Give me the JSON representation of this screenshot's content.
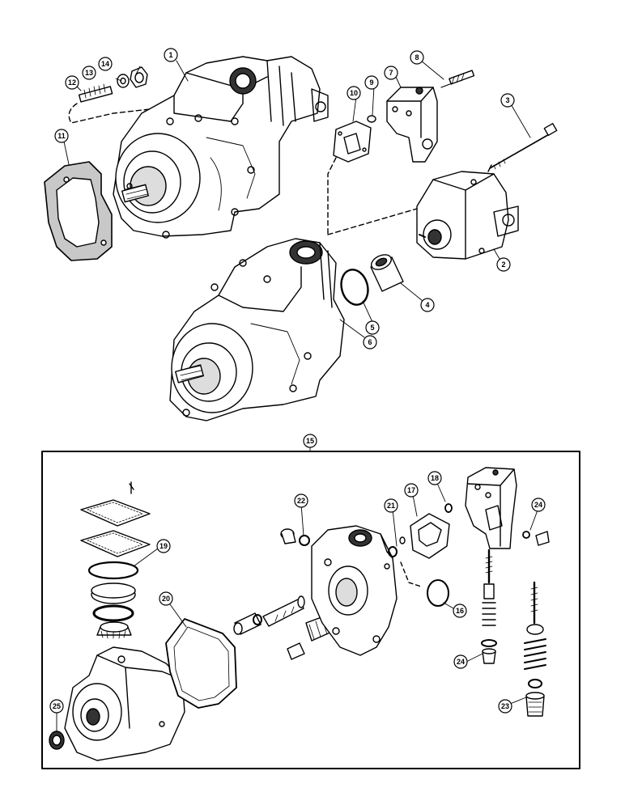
{
  "callouts": {
    "c1": "1",
    "c2": "2",
    "c3": "3",
    "c4": "4",
    "c5": "5",
    "c6": "6",
    "c7": "7",
    "c8": "8",
    "c9": "9",
    "c10": "10",
    "c11": "11",
    "c12": "12",
    "c13": "13",
    "c14": "14",
    "c15": "15",
    "c16": "16",
    "c17": "17",
    "c18": "18",
    "c19": "19",
    "c20": "20",
    "c21": "21",
    "c22": "22",
    "c23": "23",
    "c24a": "24",
    "c24b": "24",
    "c25": "25"
  },
  "colors": {
    "line": "#000000",
    "background": "#ffffff",
    "shade": "#dcdcdc"
  }
}
